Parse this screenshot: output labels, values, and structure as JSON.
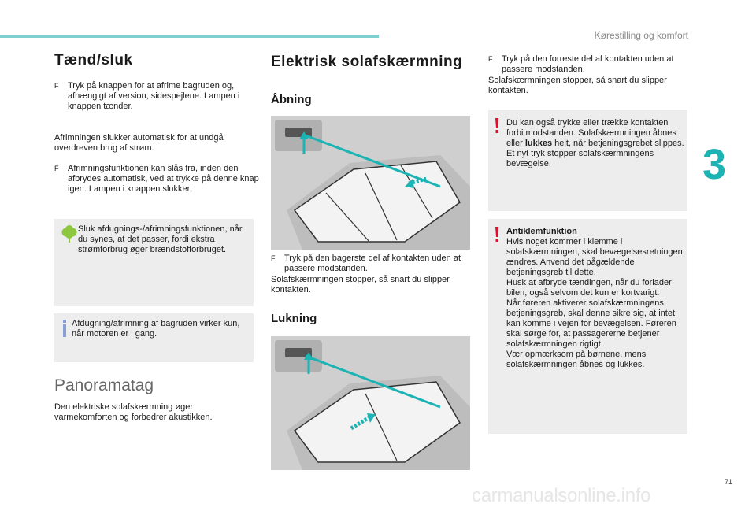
{
  "header": {
    "section_title": "Kørestilling og komfort",
    "chapter_number": "3",
    "page_number": "71"
  },
  "col1": {
    "title": "Tænd/sluk",
    "bullet1": "Tryk på knappen for at afrime bagruden og, afhængigt af version, sidespejlene. Lampen i knappen tænder.",
    "para1": "Afrimningen slukker automatisk for at undgå overdreven brug af strøm.",
    "bullet2": "Afrimningsfunktionen kan slås fra, inden den afbrydes automatisk, ved at trykke på denne knap igen. Lampen i knappen slukker.",
    "eco_note": "Sluk afdugnings-/afrimningsfunktionen, når du synes, at det passer, fordi ekstra strømforbrug øger brændstofforbruget.",
    "info_note": "Afdugning/afrimning af bagruden virker kun, når motoren er i gang.",
    "panorama_title": "Panoramatag",
    "panorama_text": "Den elektriske solafskærmning øger varmekomforten og forbedrer akustikken."
  },
  "col2": {
    "title": "Elektrisk solafskærmning",
    "opening_title": "Åbning",
    "opening_bullet": "Tryk på den bagerste del af kontakten uden at passere modstanden.",
    "opening_text": "Solafskærmningen stopper, så snart du slipper kontakten.",
    "closing_title": "Lukning"
  },
  "col3": {
    "closing_bullet": "Tryk på den forreste del af kontakten uden at passere modstanden.",
    "closing_text": "Solafskærmningen stopper, så snart du slipper kontakten.",
    "warn1_a": "Du kan også trykke eller trække kontakten forbi modstanden. Solafskærmningen åbnes eller ",
    "warn1_bold": "lukkes",
    "warn1_b": " helt, når betjeningsgrebet slippes.",
    "warn1_c": "Et nyt tryk stopper solafskærmningens bevægelse.",
    "warn2_title": "Antiklemfunktion",
    "warn2_text": "Hvis noget kommer i klemme i solafskærmningen, skal bevægelsesretningen ændres. Anvend det pågældende betjeningsgreb til dette.\nHusk at afbryde tændingen, når du forlader bilen, også selvom det kun er kortvarigt.\nNår føreren aktiverer solafskærmningens betjeningsgreb, skal denne sikre sig, at intet kan komme i vejen for bevægelsen. Føreren skal sørge for, at passagererne betjener solafskærmningen rigtigt.\nVær opmærksom på børnene, mens solafskærmningen åbnes og lukkes."
  },
  "bullet_marker": "F",
  "footer": {
    "watermark": "carmanualsonline.info"
  },
  "colors": {
    "accent": "#1bb3b3",
    "warning": "#e0102a",
    "eco": "#8dc63f",
    "info": "#8a9ed6"
  },
  "icons": [
    "eco-tree-icon",
    "info-icon",
    "warning-icon",
    "sunroof-open-illustration",
    "sunroof-close-illustration"
  ]
}
